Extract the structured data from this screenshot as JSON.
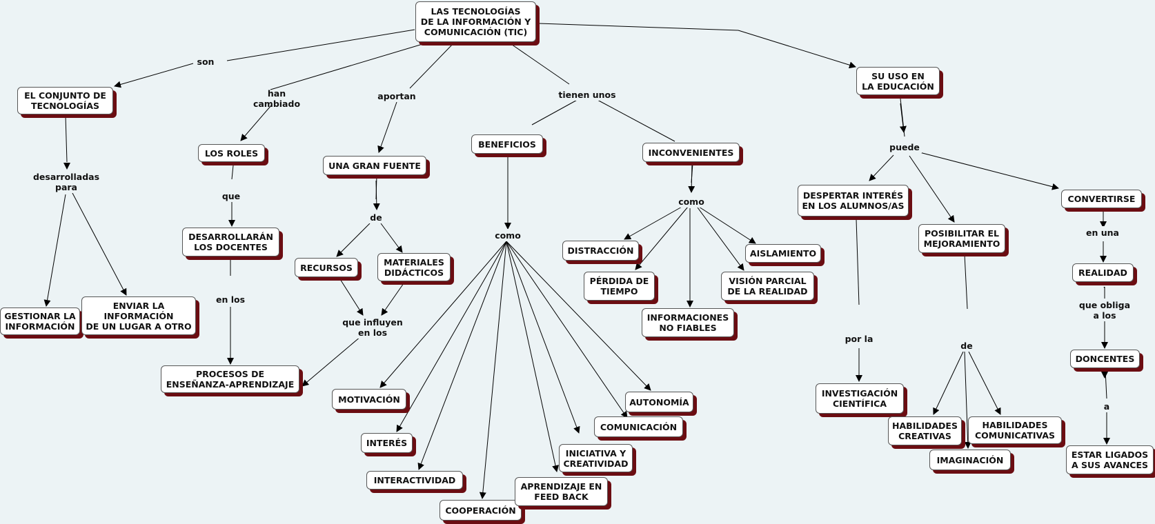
{
  "nodes": {
    "tic": "LAS TECNOLOGÍAS\nDE LA INFORMACIÓN Y\nCOMUNICACIÓN (TIC)",
    "conjunto": "EL CONJUNTO DE\nTECNOLOGÍAS",
    "gestionar": "GESTIONAR LA\nINFORMACIÓN",
    "enviar": "ENVIAR LA\nINFORMACIÓN\nDE UN LUGAR A OTRO",
    "roles": "LOS ROLES",
    "desarrollaran": "DESARROLLARÁN\nLOS DOCENTES",
    "procesos": "PROCESOS DE\nENSEÑANZA-APRENDIZAJE",
    "fuente": "UNA GRAN FUENTE",
    "recursos": "RECURSOS",
    "materiales": "MATERIALES\nDIDÁCTICOS",
    "beneficios": "BENEFICIOS",
    "inconvenientes": "INCONVENIENTES",
    "motivacion": "MOTIVACIÓN",
    "interes": "INTERÉS",
    "interactividad": "INTERACTIVIDAD",
    "cooperacion": "COOPERACIÓN",
    "aprendizaje": "APRENDIZAJE EN\nFEED BACK",
    "iniciativa": "INICIATIVA Y\nCREATIVIDAD",
    "comunicacion": "COMUNICACIÓN",
    "autonomia": "AUTONOMÍA",
    "distraccion": "DISTRACCIÓN",
    "perdida": "PÉRDIDA DE\nTIEMPO",
    "informaciones": "INFORMACIONES\nNO FIABLES",
    "vision": "VISIÓN PARCIAL\nDE LA REALIDAD",
    "aislamiento": "AISLAMIENTO",
    "uso": "SU USO EN\nLA EDUCACIÓN",
    "despertar": "DESPERTAR INTERÉS\nEN LOS ALUMNOS/AS",
    "investigacion": "INVESTIGACIÓN\nCIENTÍFICA",
    "posibilitar": "POSIBILITAR EL\nMEJORAMIENTO",
    "creativas": "HABILIDADES\nCREATIVAS",
    "imaginacion": "IMAGINACIÓN",
    "comunicativas": "HABILIDADES\nCOMUNICATIVAS",
    "convertirse": "CONVERTIRSE",
    "realidad": "REALIDAD",
    "doncentes": "DONCENTES",
    "ligados": "ESTAR LIGADOS\nA SUS AVANCES"
  },
  "labels": {
    "son": "son",
    "desarrolladas": "desarrolladas\npara",
    "hancambiado": "han cambiado",
    "que": "que",
    "enlos": "en los",
    "aportan": "aportan",
    "de1": "de",
    "influyen": "que influyen\nen los",
    "tienen": "tienen unos",
    "como1": "como",
    "como2": "como",
    "puede": "puede",
    "porla": "por la",
    "de2": "de",
    "enuna": "en una",
    "obliga": "que obliga\na los",
    "a": "a"
  },
  "colors": {
    "background": "#ecf3f5",
    "node_fill": "#ffffff",
    "node_shadow": "#6b0d12",
    "line": "#000000"
  }
}
